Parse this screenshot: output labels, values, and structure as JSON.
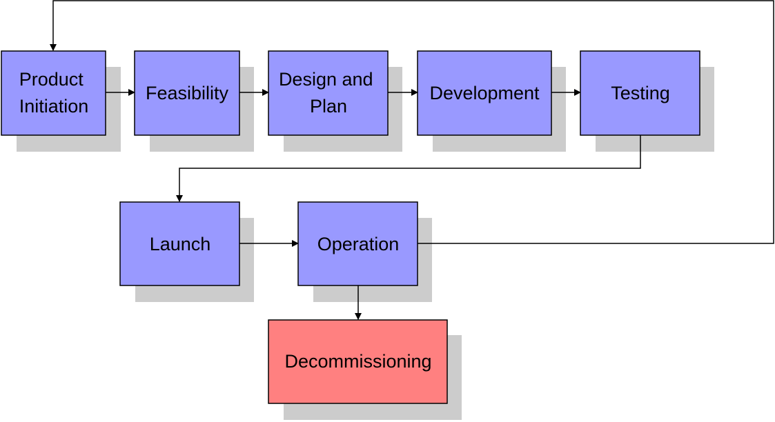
{
  "diagram": {
    "colors": {
      "stage_fill": "#9999ff",
      "end_fill": "#ff8080",
      "shadow": "#cccccc",
      "border": "#000000",
      "arrow": "#000000"
    },
    "nodes": {
      "product_initiation": {
        "lines": [
          "Product",
          "Initiation"
        ]
      },
      "feasibility": {
        "lines": [
          "Feasibility"
        ]
      },
      "design_plan": {
        "lines": [
          "Design and",
          "Plan"
        ]
      },
      "development": {
        "lines": [
          "Development"
        ]
      },
      "testing": {
        "lines": [
          "Testing"
        ]
      },
      "launch": {
        "lines": [
          "Launch"
        ]
      },
      "operation": {
        "lines": [
          "Operation"
        ]
      },
      "decommissioning": {
        "lines": [
          "Decommissioning"
        ]
      }
    }
  }
}
